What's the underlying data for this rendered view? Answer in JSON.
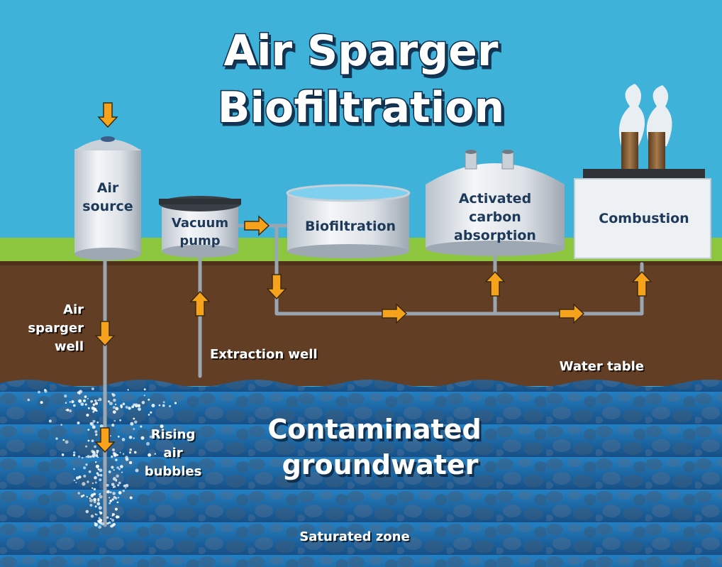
{
  "title": {
    "line1": "Air Sparger",
    "line2": "Biofiltration"
  },
  "components": {
    "air_source": {
      "line1": "Air",
      "line2": "source"
    },
    "vacuum_pump": {
      "line1": "Vacuum",
      "line2": "pump"
    },
    "biofiltration": {
      "label": "Biofiltration"
    },
    "activated_carbon": {
      "line1": "Activated",
      "line2": "carbon",
      "line3": "absorption"
    },
    "combustion": {
      "label": "Combustion"
    }
  },
  "labels": {
    "air_sparger_well": {
      "line1": "Air",
      "line2": "sparger",
      "line3": "well"
    },
    "extraction_well": "Extraction well",
    "water_table": "Water table",
    "rising_bubbles": {
      "line1": "Rising",
      "line2": "air",
      "line3": "bubbles"
    },
    "contaminated": {
      "line1": "Contaminated",
      "line2": "groundwater"
    },
    "saturated_zone": "Saturated zone"
  },
  "colors": {
    "sky": "#3fb2d9",
    "grass": "#8cc63f",
    "soil": "#5e3b22",
    "groundwater": "#1f6fae",
    "arrow": "#f7a21b",
    "tank_text": "#1d3a5a",
    "pipe": "#9aa6b2"
  }
}
